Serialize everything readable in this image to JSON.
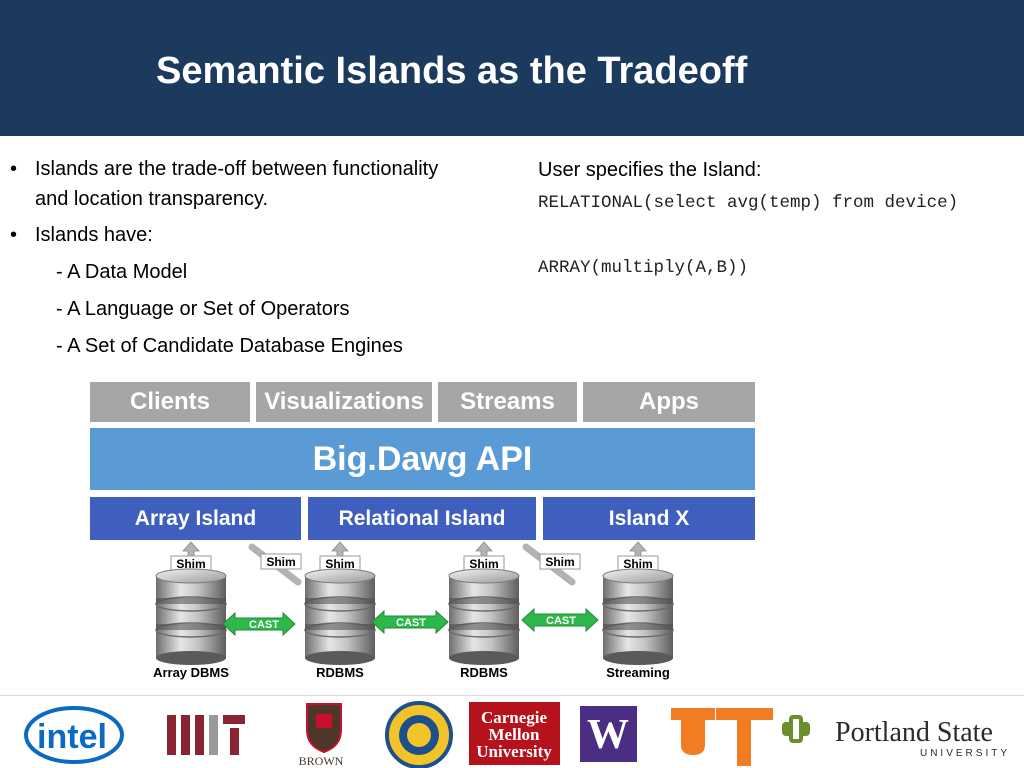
{
  "slide": {
    "title": "Semantic Islands as the Tradeoff"
  },
  "left": {
    "bullet_symbol": "•",
    "bullet1_line1": "Islands are the trade-off between functionality",
    "bullet1_line2": "and location transparency.",
    "bullet2": "Islands have:",
    "sub_items": [
      "- A Data Model",
      "- A Language or Set of Operators",
      "- A Set of Candidate Database Engines"
    ]
  },
  "right": {
    "heading": "User specifies the Island:",
    "code1": "RELATIONAL(select avg(temp) from device)",
    "code2": "ARRAY(multiply(A,B))"
  },
  "diagram": {
    "top_row": [
      "Clients",
      "Visualizations",
      "Streams",
      "Apps"
    ],
    "api": "Big.Dawg API",
    "islands": [
      "Array Island",
      "Relational Island",
      "Island X"
    ],
    "shim_label": "Shim",
    "cast_label": "CAST",
    "engines": [
      "Array DBMS",
      "RDBMS",
      "RDBMS",
      "Streaming"
    ]
  },
  "logos": {
    "intel": "intel",
    "brown": "BROWN",
    "cmu": [
      "Carnegie",
      "Mellon",
      "University"
    ],
    "uw": "W",
    "portland_name": "Portland State",
    "portland_sub": "UNIVERSITY"
  },
  "colors": {
    "header": "#1b3a5e",
    "gray_box": "#a6a6a6",
    "api_box": "#5b9bd5",
    "island_box": "#3f5fbf",
    "cast_arrow": "#2db84b",
    "intel": "#0b6bc4",
    "mit": "#8a2432",
    "cmu": "#b5121b",
    "uw": "#4b2e83",
    "texas": "#f27c22",
    "portland": "#6b8f2a"
  }
}
